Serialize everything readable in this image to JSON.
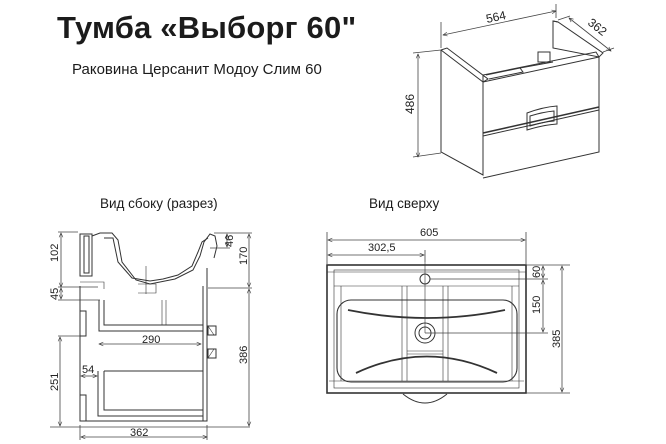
{
  "header": {
    "title": "Тумба «Выборг 60\"",
    "subtitle": "Раковина Церсанит Модоу Слим 60"
  },
  "views": {
    "side": {
      "label": "Вид сбоку (разрез)",
      "dimensions": {
        "sink_height": "102",
        "gap_45": "45",
        "lower_251": "251",
        "drawer_offset": "54",
        "drawer_depth": "290",
        "total_depth": "362",
        "rim_46": "46",
        "top_170": "170",
        "body_386": "386"
      }
    },
    "top": {
      "label": "Вид сверху",
      "dimensions": {
        "width": "605",
        "center": "302,5",
        "hole_offset": "60",
        "drain_offset": "150",
        "depth": "385"
      }
    },
    "isometric": {
      "dimensions": {
        "width": "564",
        "depth": "362",
        "height": "486"
      }
    }
  },
  "colors": {
    "line": "#333333",
    "dim": "#444444",
    "background": "#ffffff"
  }
}
